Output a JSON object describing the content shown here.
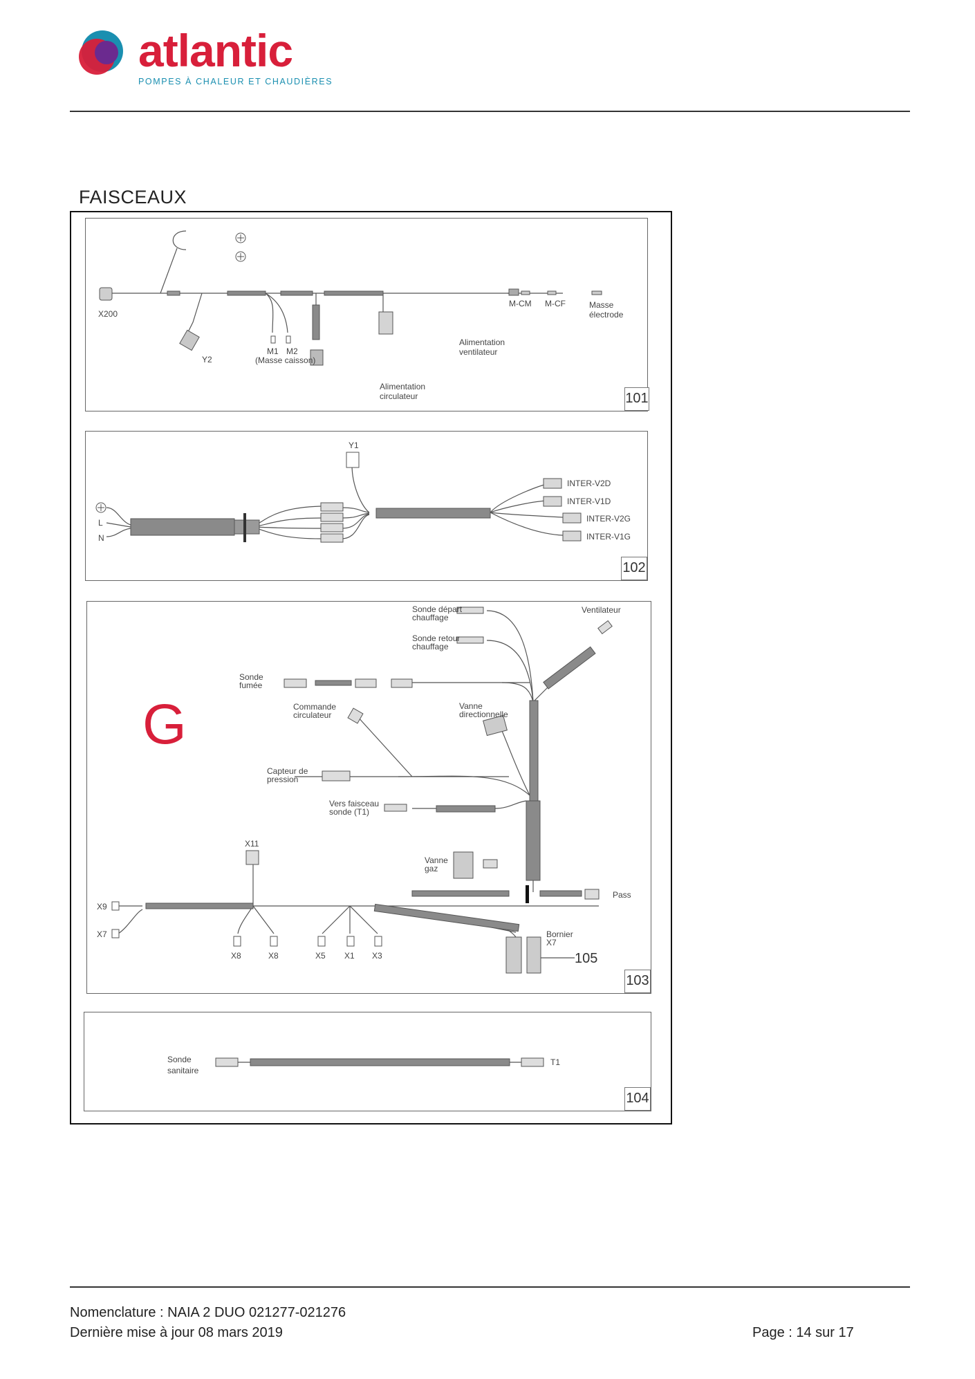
{
  "header": {
    "brand_name": "atlantic",
    "brand_tagline": "POMPES À CHALEUR ET CHAUDIÈRES",
    "brand_colors": {
      "red": "#d81f3a",
      "blue": "#1a8fb0",
      "purple": "#6b2a8f"
    }
  },
  "section_title": "FAISCEAUX",
  "panels": {
    "p101": {
      "ref": "101",
      "labels": {
        "x200": "X200",
        "y2": "Y2",
        "m1": "M1",
        "m2": "M2",
        "masse_caisson": "(Masse caisson)",
        "alim_circ_1": "Alimentation",
        "alim_circ_2": "circulateur",
        "alim_vent_1": "Alimentation",
        "alim_vent_2": "ventilateur",
        "mcm": "M-CM",
        "mcf": "M-CF",
        "masse_1": "Masse",
        "masse_2": "électrode"
      }
    },
    "p102": {
      "ref": "102",
      "labels": {
        "y1": "Y1",
        "l": "L",
        "n": "N",
        "inter_v2d": "INTER-V2D",
        "inter_v1d": "INTER-V1D",
        "inter_v2g": "INTER-V2G",
        "inter_v1g": "INTER-V1G"
      }
    },
    "p103": {
      "ref": "103",
      "marker": "G",
      "callout": "105",
      "labels": {
        "sonde_depart_1": "Sonde départ",
        "sonde_depart_2": "chauffage",
        "sonde_retour_1": "Sonde retour",
        "sonde_retour_2": "chauffage",
        "ventilateur": "Ventilateur",
        "sonde_fumee_1": "Sonde",
        "sonde_fumee_2": "fumée",
        "commande_1": "Commande",
        "commande_2": "circulateur",
        "vanne_dir_1": "Vanne",
        "vanne_dir_2": "directionnelle",
        "capteur_1": "Capteur de",
        "capteur_2": "pression",
        "vers_faisceau_1": "Vers faisceau",
        "vers_faisceau_2": "sonde (T1)",
        "vanne_gaz_1": "Vanne",
        "vanne_gaz_2": "gaz",
        "x11": "X11",
        "x9": "X9",
        "x7": "X7",
        "x8a": "X8",
        "x8b": "X8",
        "x5": "X5",
        "x1": "X1",
        "x3": "X3",
        "pass": "Pass",
        "bornier_1": "Bornier",
        "bornier_2": "X7"
      }
    },
    "p104": {
      "ref": "104",
      "labels": {
        "sonde_san_1": "Sonde",
        "sonde_san_2": "sanitaire",
        "t1": "T1"
      }
    }
  },
  "footer": {
    "line1": "Nomenclature : NAIA 2 DUO 021277-021276",
    "line2": "Dernière mise à jour 08 mars 2019",
    "page": "Page : 14 sur 17"
  }
}
